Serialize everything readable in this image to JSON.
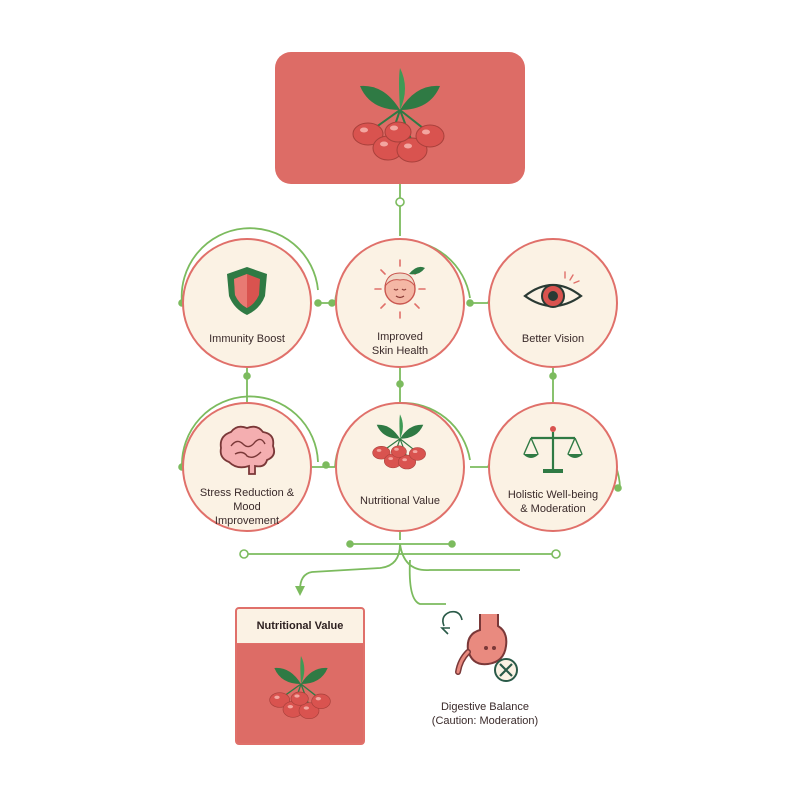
{
  "colors": {
    "box": "#dd6c66",
    "cream": "#fbf2e4",
    "ring": "#e0706a",
    "connector": "#7cbb5e",
    "leaf": "#2f7a44",
    "berry": "#d9534f",
    "icon_dark": "#2a3a34"
  },
  "nodes": [
    {
      "id": "immunity",
      "label": "Immunity Boost",
      "icon": "shield-icon"
    },
    {
      "id": "skin",
      "label": "Improved\nSkin Health",
      "icon": "face-icon"
    },
    {
      "id": "vision",
      "label": "Better Vision",
      "icon": "eye-icon"
    },
    {
      "id": "stress",
      "label": "Stress Reduction & Mood\nImprovement",
      "icon": "brain-icon"
    },
    {
      "id": "nutrition",
      "label": "Nutritional Value",
      "icon": "berries-icon"
    },
    {
      "id": "holistic",
      "label": "Holistic Well-being\n& Moderation",
      "icon": "scale-icon"
    }
  ],
  "card": {
    "title": "Nutritional Value",
    "icon": "berries-icon"
  },
  "digestive": {
    "label": "Digestive Balance\n(Caution: Moderation)",
    "icon": "stomach-icon"
  },
  "hero": {
    "icon": "berries-icon"
  }
}
